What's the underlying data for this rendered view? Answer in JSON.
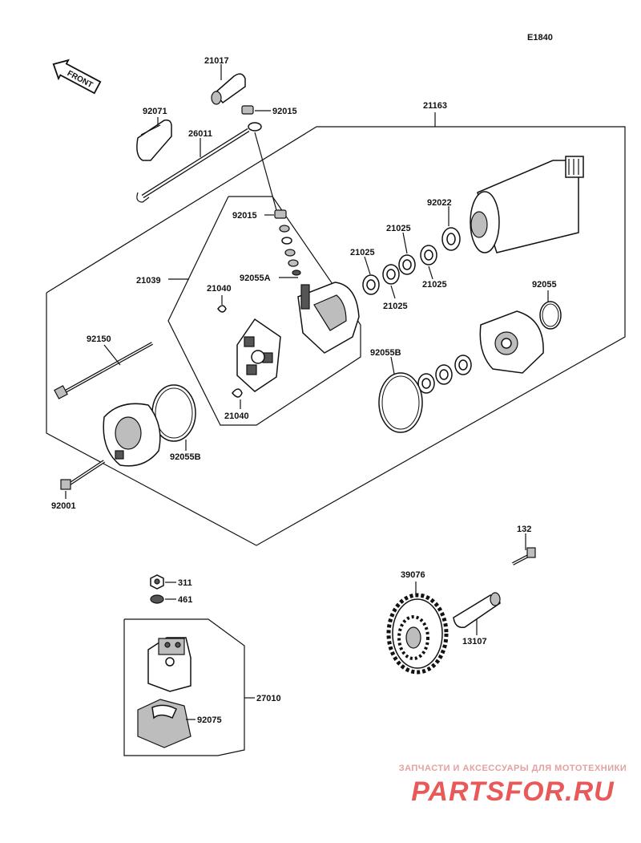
{
  "diagram_code": "E1840",
  "front_label": "FRONT",
  "labels": {
    "l21017": "21017",
    "l92015a": "92015",
    "l92071": "92071",
    "l26011": "26011",
    "l21163": "21163",
    "l92015b": "92015",
    "l92022": "92022",
    "l21025a": "21025",
    "l21025b": "21025",
    "l21025c": "21025",
    "l21025d": "21025",
    "l21039": "21039",
    "l92055a": "92055A",
    "l21040a": "21040",
    "l21040b": "21040",
    "l92055": "92055",
    "l92055b_mid": "92055B",
    "l92150": "92150",
    "l92055b_low": "92055B",
    "l92001": "92001",
    "l132": "132",
    "l311": "311",
    "l461": "461",
    "l39076": "39076",
    "l13107": "13107",
    "l27010": "27010",
    "l92075": "92075"
  },
  "watermark": {
    "tagline": "ЗАПЧАСТИ И АКСЕССУАРЫ ДЛЯ МОТОТЕХНИКИ",
    "logo": "PARTSFOR.RU"
  }
}
